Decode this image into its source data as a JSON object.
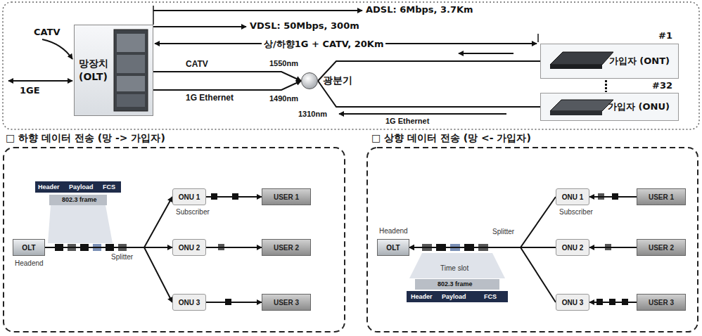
{
  "diagram": {
    "nodes": [
      {
        "text": [
          "망장치 (OLT)"
        ]
      },
      {
        "text": [
          "광분기"
        ]
      },
      {
        "text": [
          "#1",
          "가입자 (ONT)"
        ]
      },
      {
        "text": [
          "#32",
          "가입자 (ONU)"
        ]
      },
      {
        "text": [
          "OLT",
          "Headend"
        ]
      },
      {
        "text": [
          "ONU 1"
        ]
      },
      {
        "text": [
          "ONU 2"
        ]
      },
      {
        "text": [
          "ONU 3"
        ]
      },
      {
        "text": [
          "USER 1"
        ]
      },
      {
        "text": [
          "USER 2"
        ]
      },
      {
        "text": [
          "USER 3"
        ]
      },
      {
        "text": [
          "Headend",
          "OLT"
        ]
      },
      {
        "text": [
          "ONU 1"
        ]
      },
      {
        "text": [
          "ONU 2"
        ]
      },
      {
        "text": [
          "ONU 3"
        ]
      },
      {
        "text": [
          "USER 1"
        ]
      },
      {
        "text": [
          "USER 2"
        ]
      },
      {
        "text": [
          "USER 3"
        ]
      }
    ],
    "edges": [
      {
        "from": 0,
        "to": 1,
        "label": "CATV",
        "arrow": "to"
      },
      {
        "from": 0,
        "to": 1,
        "label": "1G Ethernet",
        "arrow": "to"
      },
      {
        "from": 1,
        "to": 2,
        "arrow": "none"
      },
      {
        "from": 1,
        "to": 3,
        "arrow": "none"
      },
      {
        "from": 4,
        "to": 5,
        "arrow": "to"
      },
      {
        "from": 4,
        "to": 6,
        "arrow": "to"
      },
      {
        "from": 4,
        "to": 7,
        "arrow": "to"
      },
      {
        "from": 5,
        "to": 8,
        "arrow": "to"
      },
      {
        "from": 6,
        "to": 9,
        "arrow": "to"
      },
      {
        "from": 7,
        "to": 10,
        "arrow": "to"
      },
      {
        "from": 15,
        "to": 12,
        "arrow": "to"
      },
      {
        "from": 16,
        "to": 13,
        "arrow": "to"
      },
      {
        "from": 17,
        "to": 14,
        "arrow": "to"
      },
      {
        "from": 12,
        "to": 11,
        "arrow": "to"
      },
      {
        "from": 13,
        "to": 11,
        "arrow": "to"
      },
      {
        "from": 14,
        "to": 11,
        "arrow": "to"
      }
    ],
    "labels": [
      "CATV",
      "1GE",
      "ADSL: 6Mbps, 3.7Km",
      "VDSL: 50Mbps, 300m",
      "상/하향1G + CATV, 20Km",
      "1550nm",
      "1490nm",
      "1310nm",
      "1G Ethernet",
      "□ 하향 데이터 전송 (망 -> 가입자)",
      "□ 상향 데이터 전송 (망 <- 가입자)",
      "Header",
      "Payload",
      "FCS",
      "802.3 frame",
      "Splitter",
      "Subscriber",
      "Splitter",
      "Subscriber",
      "Time slot",
      "802.3 frame",
      "Header",
      "Payload",
      "FCS"
    ]
  }
}
